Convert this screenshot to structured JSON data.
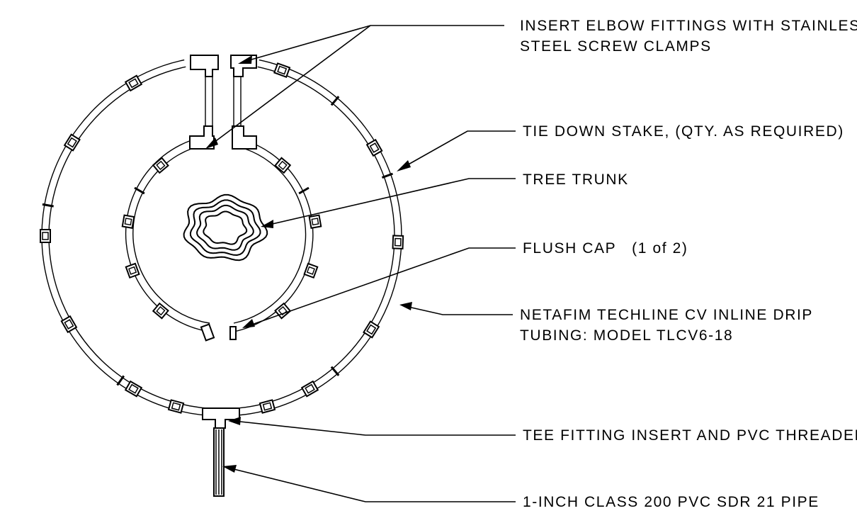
{
  "callouts": {
    "elbow_line1": "INSERT ELBOW FITTINGS WITH STAINLESS",
    "elbow_line2": "STEEL SCREW CLAMPS",
    "stake": "TIE DOWN STAKE, (QTY. AS REQUIRED)",
    "trunk": "TREE TRUNK",
    "flush_cap": "FLUSH CAP   (1 of 2)",
    "tubing_line1": "NETAFIM TECHLINE CV INLINE DRIP",
    "tubing_line2": "TUBING: MODEL TLCV6-18",
    "tee": "TEE FITTING INSERT AND PVC THREADED",
    "pipe": "1-INCH CLASS 200 PVC SDR 21 PIPE"
  }
}
